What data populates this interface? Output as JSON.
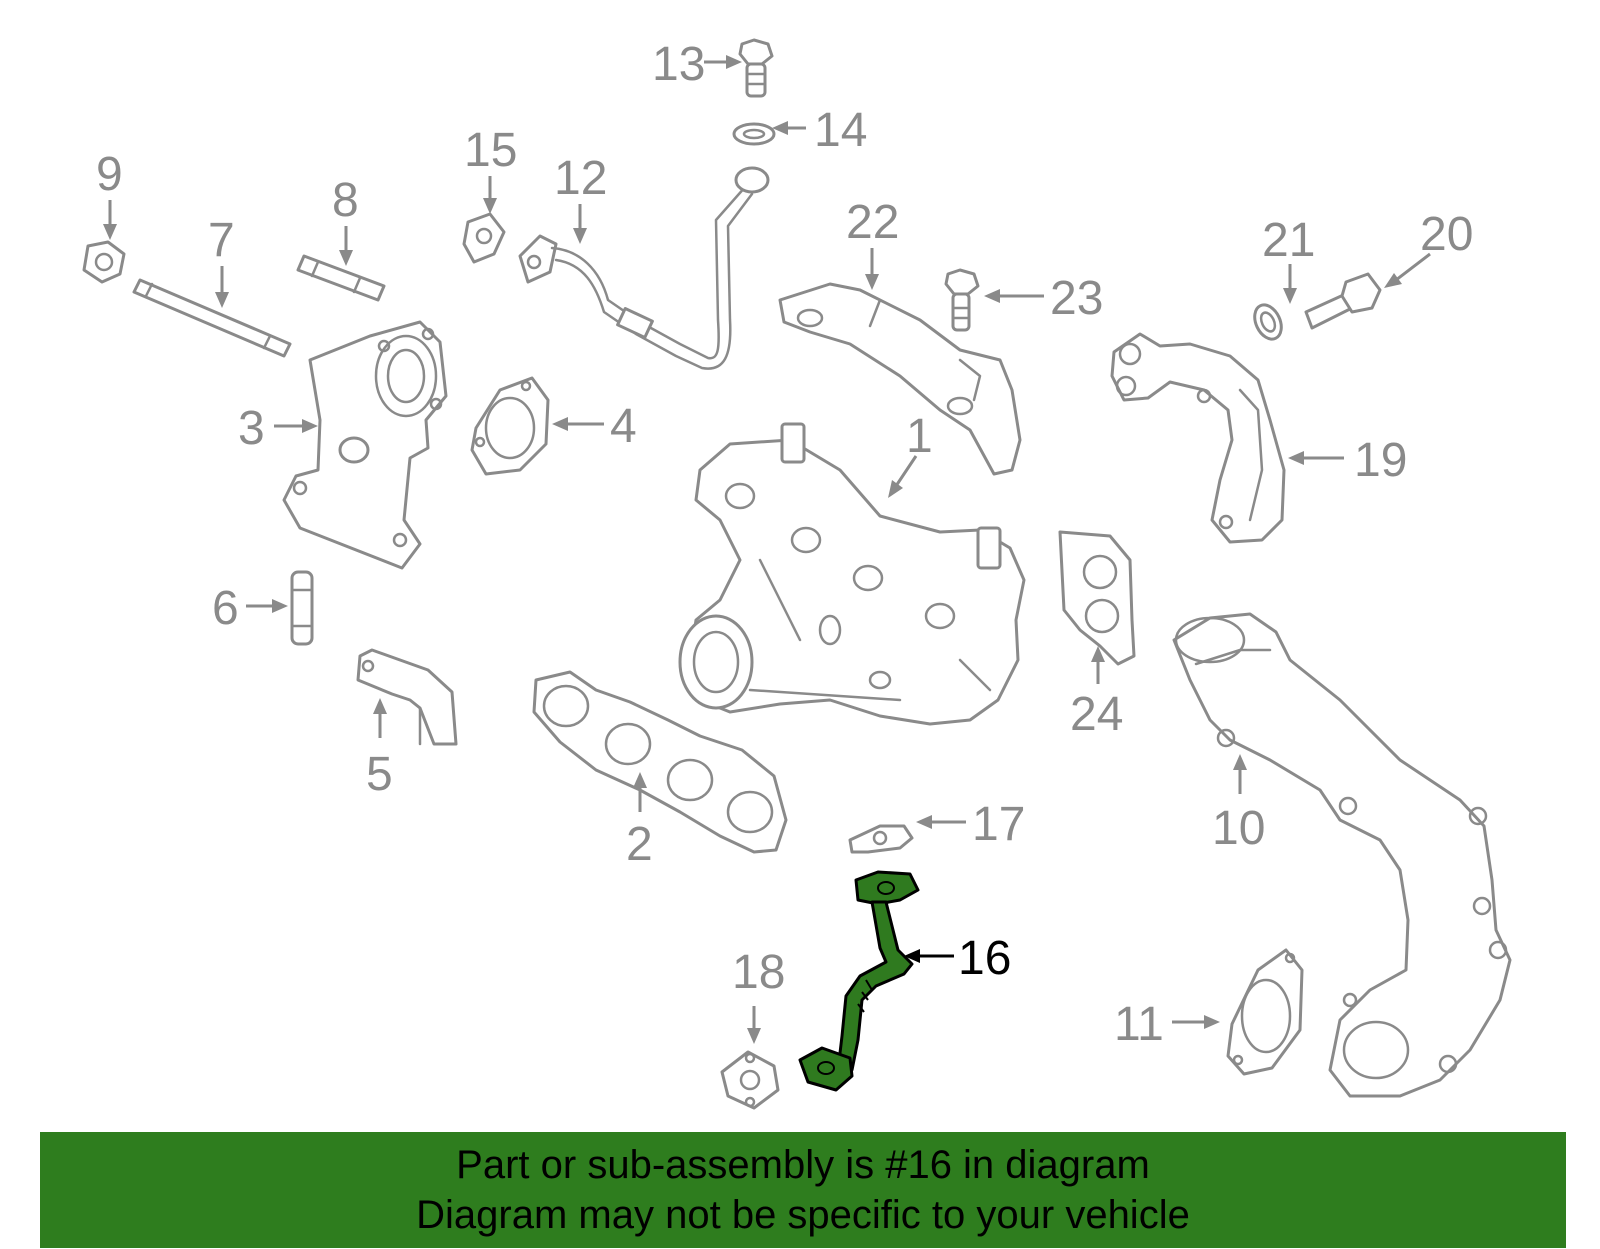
{
  "diagram": {
    "highlighted_part": "16",
    "callouts": [
      "1",
      "2",
      "3",
      "4",
      "5",
      "6",
      "7",
      "8",
      "9",
      "10",
      "11",
      "12",
      "13",
      "14",
      "15",
      "16",
      "17",
      "18",
      "19",
      "20",
      "21",
      "22",
      "23",
      "24"
    ]
  },
  "banner": {
    "line1": "Part or sub-assembly is #16 in diagram",
    "line2": "Diagram may not be specific to your vehicle",
    "background": "#2e7d1e"
  },
  "colors": {
    "part_stroke": "#8a8a8a",
    "highlight_fill": "#2f7a1f"
  }
}
